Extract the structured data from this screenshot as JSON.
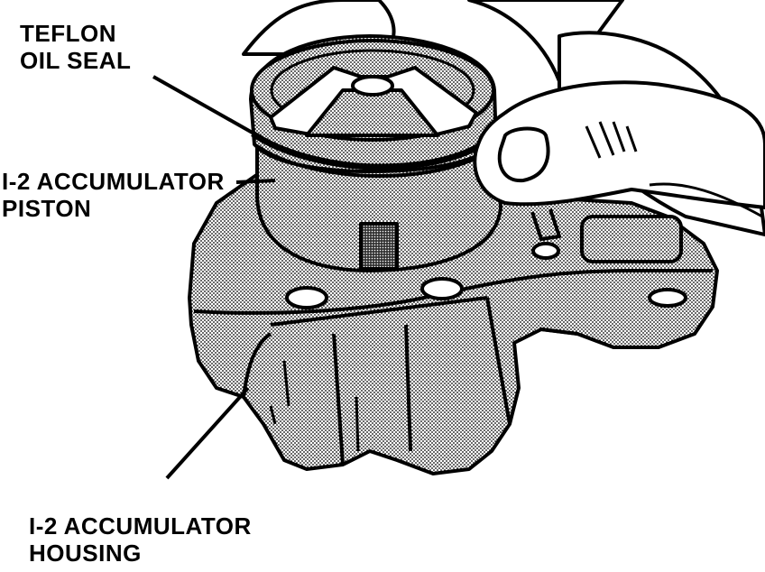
{
  "labels": {
    "teflon_oil_seal": {
      "line1": "TEFLON",
      "line2": "OIL SEAL"
    },
    "accumulator_piston": {
      "line1": "I-2 ACCUMULATOR",
      "line2": "PISTON"
    },
    "accumulator_housing": {
      "line1": "I-2 ACCUMULATOR",
      "line2": "HOUSING"
    }
  },
  "colors": {
    "ink": "#000000",
    "paper": "#ffffff",
    "shade": "#c8c8c8"
  }
}
